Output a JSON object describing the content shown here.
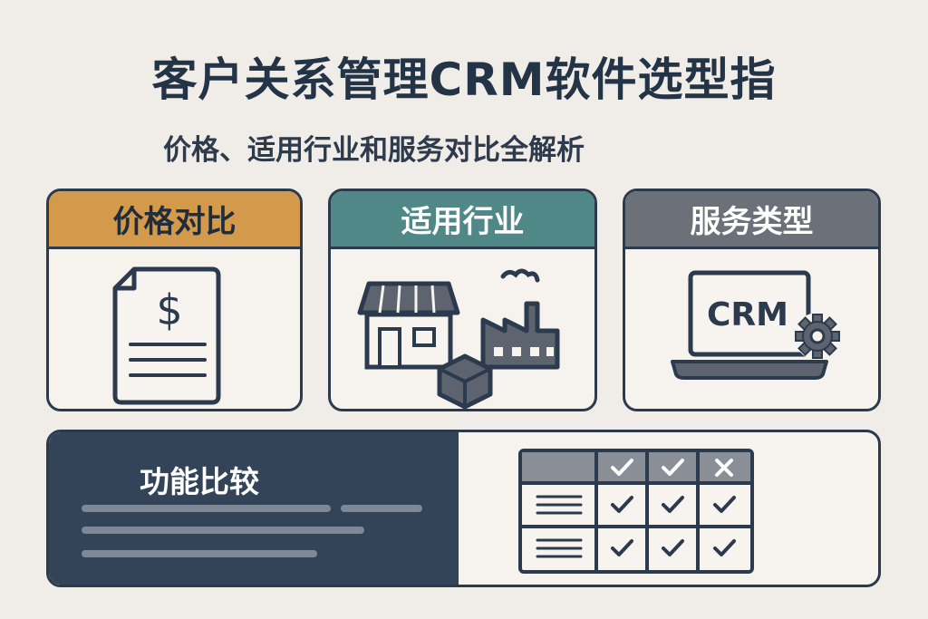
{
  "title": "客户关系管理CRM软件选型指",
  "subtitle": "价格、适用行业和服务对比全解析",
  "cards": [
    {
      "label": "价格对比",
      "color": "#d39a4c",
      "icon": "price-document-icon"
    },
    {
      "label": "适用行业",
      "color": "#4f8887",
      "icon": "industry-icon"
    },
    {
      "label": "服务类型",
      "color": "#6c7079",
      "icon": "crm-laptop-icon"
    }
  ],
  "service_screen_text": "CRM",
  "feature": {
    "title": "功能比较",
    "panel_color": "#334459",
    "table": {
      "header": [
        "",
        "check",
        "check",
        "cross"
      ],
      "rows": [
        [
          "lines",
          "check",
          "check",
          "check"
        ],
        [
          "lines",
          "check",
          "check",
          "check"
        ]
      ]
    }
  }
}
